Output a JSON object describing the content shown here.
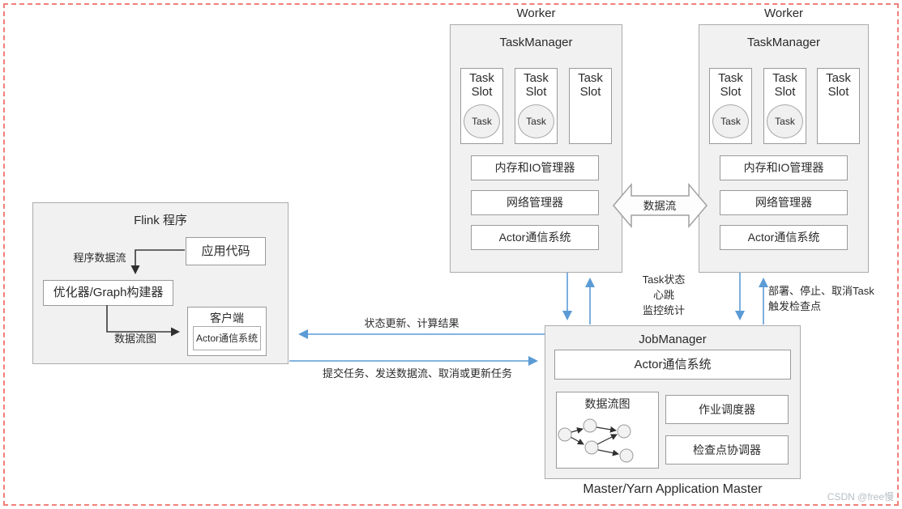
{
  "colors": {
    "accent_blue": "#5B9BD5",
    "frame_red_dashed": "#F0807A",
    "panel_fill": "#F1F1F2",
    "panel_border": "#ABABAB",
    "arrow_black": "#3A3A3A"
  },
  "workers": {
    "left": {
      "title": "Worker",
      "taskmanager_title": "TaskManager",
      "slots": [
        {
          "label": "Task Slot",
          "task": "Task"
        },
        {
          "label": "Task Slot",
          "task": "Task"
        },
        {
          "label": "Task Slot"
        }
      ],
      "components": [
        "内存和IO管理器",
        "网络管理器",
        "Actor通信系统"
      ]
    },
    "right": {
      "title": "Worker",
      "taskmanager_title": "TaskManager",
      "slots": [
        {
          "label": "Task Slot",
          "task": "Task"
        },
        {
          "label": "Task Slot",
          "task": "Task"
        },
        {
          "label": "Task Slot"
        }
      ],
      "components": [
        "内存和IO管理器",
        "网络管理器",
        "Actor通信系统"
      ]
    }
  },
  "flink_program": {
    "title": "Flink 程序",
    "app_code": "应用代码",
    "optimizer": "优化器/Graph构建器",
    "client_title": "客户端",
    "client_actor": "Actor通信系统",
    "label_program_dataflow": "程序数据流",
    "label_dataflow_graph": "数据流图"
  },
  "jobmanager": {
    "title": "JobManager",
    "actor": "Actor通信系统",
    "dataflow_graph_title": "数据流图",
    "scheduler": "作业调度器",
    "checkpoint_coordinator": "检查点协调器",
    "footer": "Master/Yarn Application Master"
  },
  "edge_labels": {
    "datastream": "数据流",
    "status_results": "状态更新、计算结果",
    "submit_tasks": "提交任务、发送数据流、取消或更新任务",
    "task_status_lines": [
      "Task状态",
      "心跳",
      "监控统计"
    ],
    "deploy_lines": [
      "部署、停止、取消Task",
      "触发检查点"
    ]
  },
  "watermark": "CSDN @free慢"
}
